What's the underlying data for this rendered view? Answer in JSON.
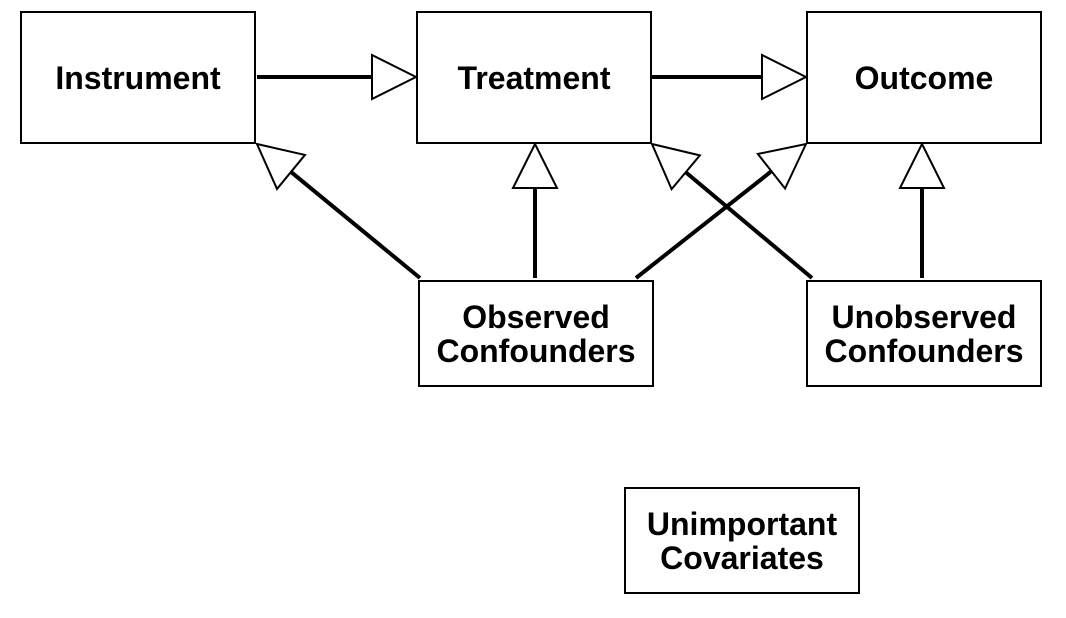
{
  "diagram": {
    "nodes": [
      {
        "id": "instrument",
        "label": "Instrument"
      },
      {
        "id": "treatment",
        "label": "Treatment"
      },
      {
        "id": "outcome",
        "label": "Outcome"
      },
      {
        "id": "observed",
        "label": "Observed\nConfounders"
      },
      {
        "id": "unobserved",
        "label": "Unobserved\nConfounders"
      },
      {
        "id": "unimportant",
        "label": "Unimportant\nCovariates"
      }
    ],
    "edges": [
      {
        "from": "instrument",
        "to": "treatment"
      },
      {
        "from": "treatment",
        "to": "outcome"
      },
      {
        "from": "observed",
        "to": "instrument"
      },
      {
        "from": "observed",
        "to": "treatment"
      },
      {
        "from": "observed",
        "to": "outcome"
      },
      {
        "from": "unobserved",
        "to": "treatment"
      },
      {
        "from": "unobserved",
        "to": "outcome"
      }
    ],
    "arrowhead_style": "hollow-triangle"
  }
}
